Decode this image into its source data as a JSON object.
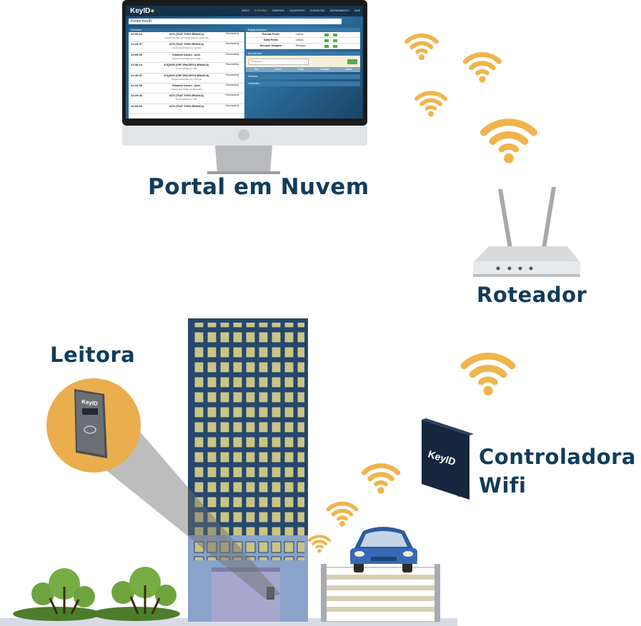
{
  "labels": {
    "portal": "Portal em Nuvem",
    "router": "Roteador",
    "reader": "Leitora",
    "controller_line1": "Controladora",
    "controller_line2": "Wifi"
  },
  "brand": {
    "logo_text": "KeyID",
    "accent": "#f0b44c",
    "label_color": "#123c5c"
  },
  "portal_screen": {
    "nav_items": [
      "INÍCIO",
      "PORTARIA",
      "CÂMERAS",
      "CADASTROS",
      "CONSULTAS",
      "AGENDAMENTO",
      "SAIR"
    ],
    "active_nav": "PORTARIA",
    "selected_site": "Prédio KeyID",
    "events_title": "Acessos",
    "events": [
      {
        "time": "13:00:03",
        "title": "4276 (TSAT TORO BRANCA)",
        "detail": "Veículo liberado por KeyID (Diogo Figueiredo)",
        "status": "Funcionários"
      },
      {
        "time": "14:19:37",
        "title": "4276 (TSAT TORO BRANCA)",
        "detail": "Acesso Autorizado por Veículo",
        "status": "Funcionários"
      },
      {
        "time": "13:00:00",
        "title": "Eduardo Canani - Adm.",
        "detail": "Acesso Autorizado por Cartão",
        "status": "Funcionários"
      },
      {
        "time": "13:38:14",
        "title": "EJQ3033 (CRF SPACEFOX BRANCA)",
        "detail": "Porta fechada em Vão",
        "status": "Funcionários"
      },
      {
        "time": "12:49:07",
        "title": "EJQ3033 (CRF SPACEFOX BRANCA)",
        "detail": "Acesso Autorizado por Controle",
        "status": "Funcionários"
      },
      {
        "time": "12:24:39",
        "title": "Eduardo Canani - Adm.",
        "detail": "Acesso Autorizado por Biometria",
        "status": "Funcionários"
      },
      {
        "time": "12:29:42",
        "title": "4276 (TSAT TORO BRANCA)",
        "detail": "Porta fechada em Vão",
        "status": "Funcionários"
      },
      {
        "time": "12:00:00",
        "title": "4276 (TSAT TORO BRANCA)",
        "detail": "",
        "status": "Funcionários"
      }
    ],
    "equipment_title": "Equipamentos",
    "equipment": [
      {
        "name": "Entrada Prédio",
        "kind": "Leitora"
      },
      {
        "name": "Saída Prédio",
        "kind": "Leitora"
      },
      {
        "name": "Receptor Garagem",
        "kind": "Receptor"
      }
    ],
    "residents_title": "Moradores",
    "search_placeholder": "Pesquisar...",
    "filters": [
      "Tipo",
      "Nome",
      "Grupo",
      "Unidade",
      "Status"
    ],
    "section_3": "Veículos",
    "section_4": "Visitantes"
  }
}
